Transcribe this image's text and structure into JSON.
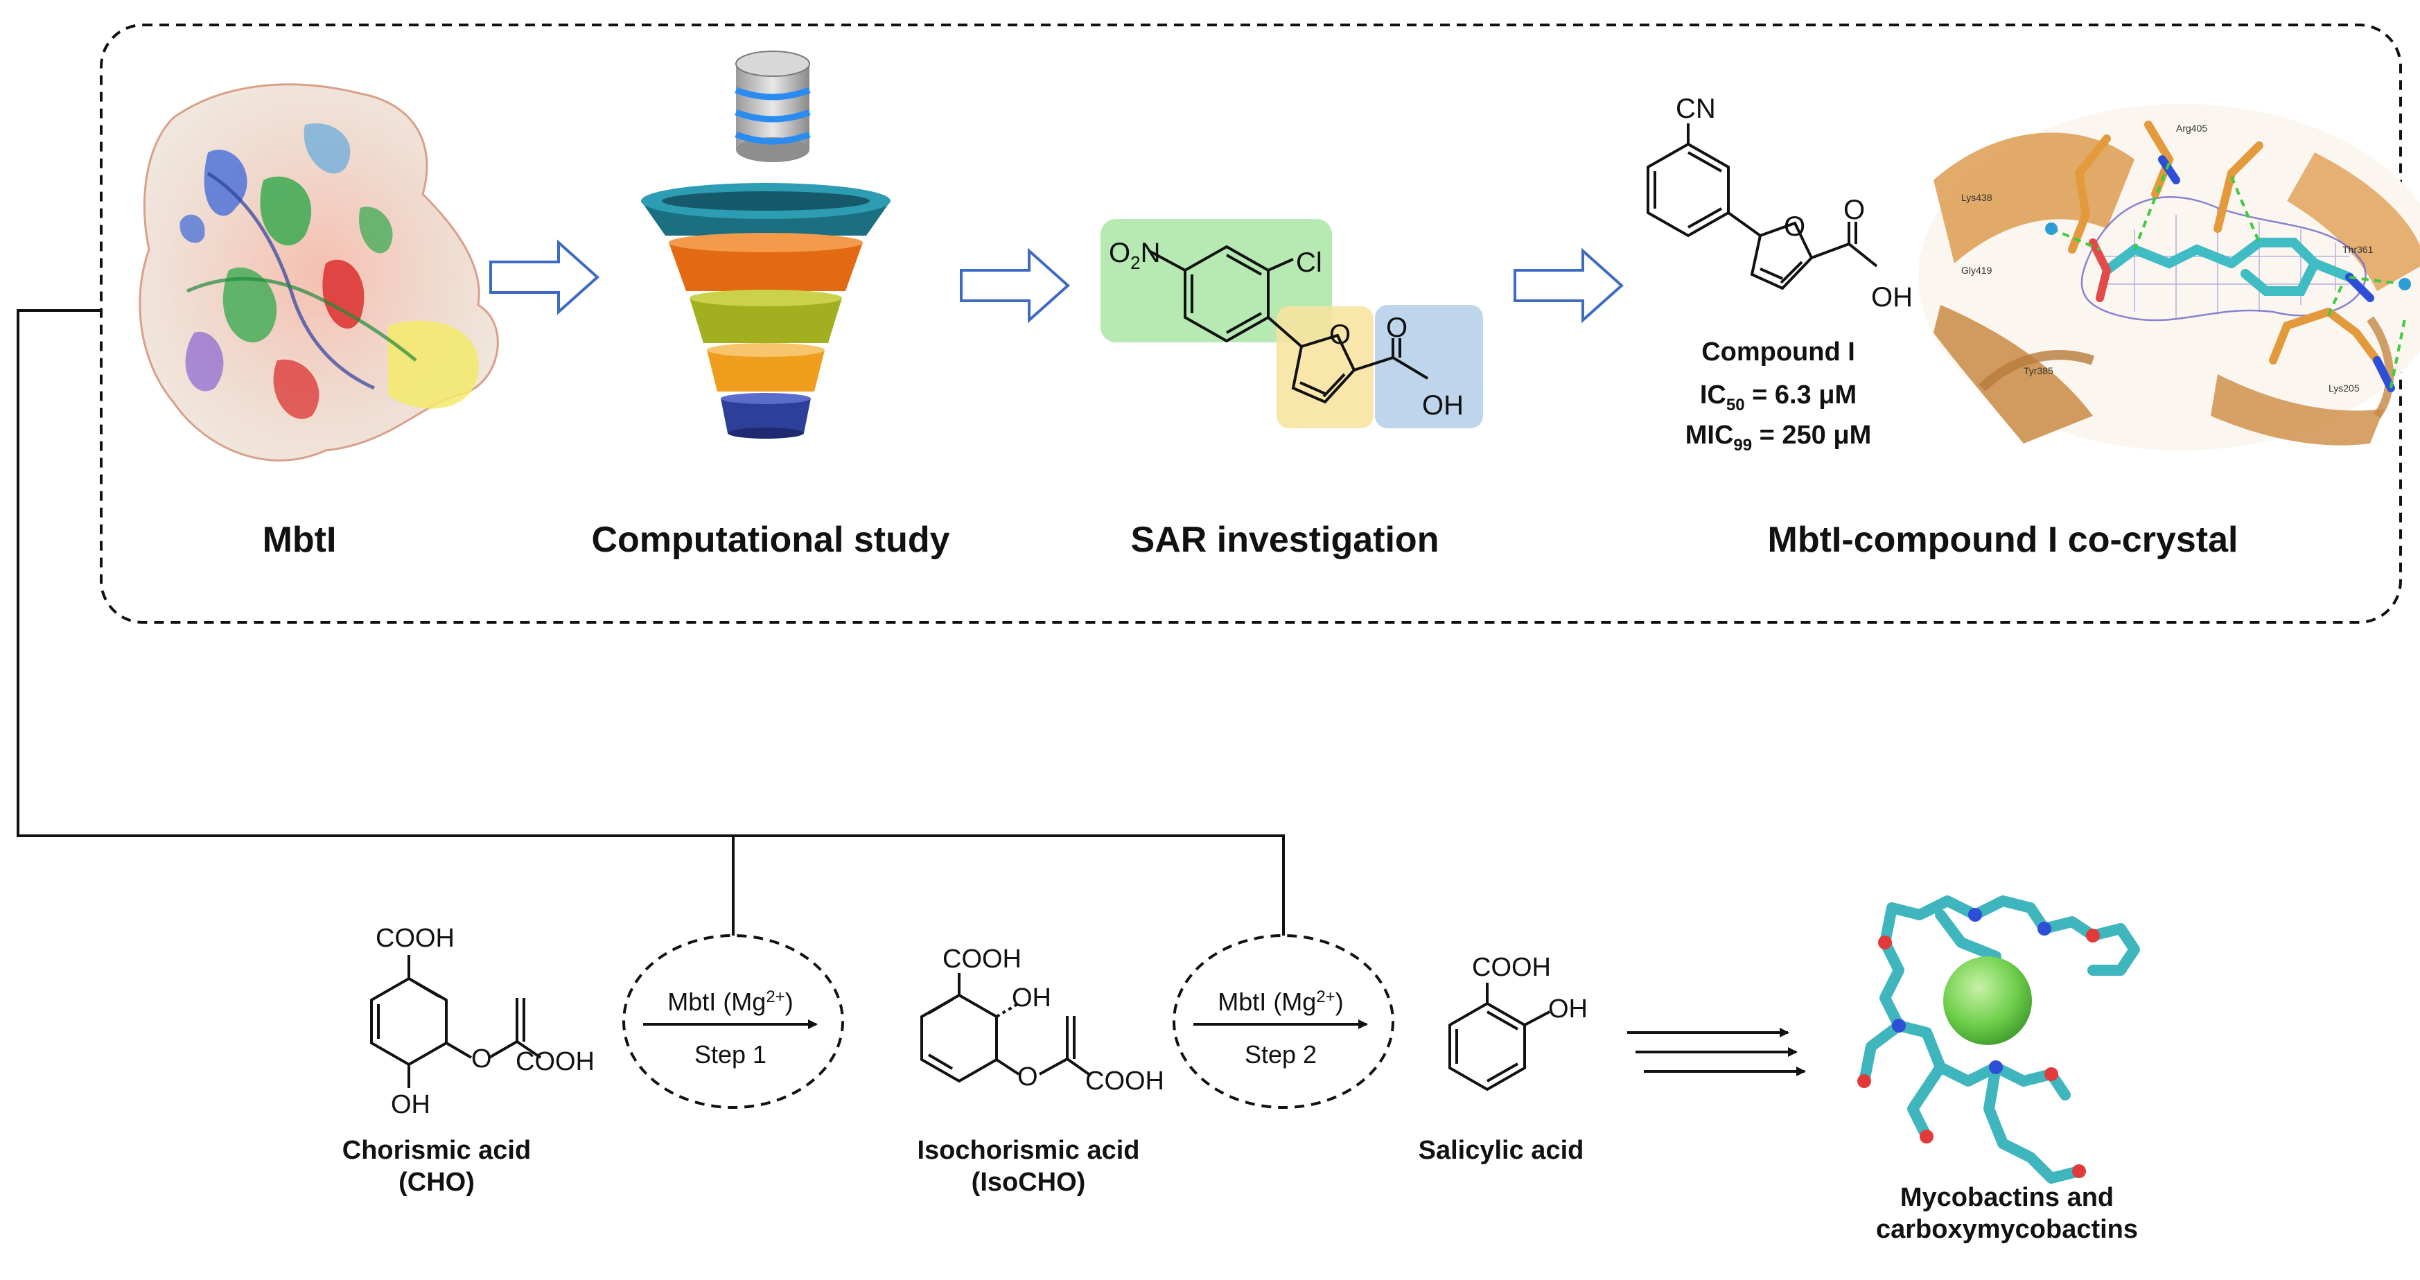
{
  "top_panel": {
    "labels": {
      "mbti": "MbtI",
      "computational": "Computational study",
      "sar": "SAR investigation",
      "cocrystal": "MbtI-compound I co-crystal"
    },
    "sar_molecule": {
      "nitro_o": "O",
      "nitro_sub": "2",
      "nitro_n": "N",
      "cl": "Cl",
      "furan_o": "O",
      "carbonyl_o": "O",
      "oh": "OH"
    },
    "compound_i": {
      "cn": "CN",
      "furan_o": "O",
      "carbonyl_o": "O",
      "oh": "OH",
      "name": "Compound I",
      "ic50_main": "IC",
      "ic50_sub": "50",
      "ic50_value": " = 6.3 μM",
      "mic99_main": "MIC",
      "mic99_sub": "99",
      "mic99_value": " = 250 μM"
    },
    "residues": [
      "Arg405",
      "Lys438",
      "Gly419",
      "Tyr385",
      "Thr361",
      "Lys205"
    ]
  },
  "bottom_panel": {
    "chorismic": {
      "cooh_top": "COOH",
      "o": "O",
      "cooh_side": "COOH",
      "oh": "OH",
      "name_line1": "Chorismic acid",
      "name_line2": "(CHO)"
    },
    "step1": {
      "enzyme": "MbtI (Mg",
      "charge": "2+",
      "close": ")",
      "step": "Step 1"
    },
    "isochorismic": {
      "cooh_top": "COOH",
      "oh": "OH",
      "o": "O",
      "cooh_side": "COOH",
      "name_line1": "Isochorismic acid",
      "name_line2": "(IsoCHO)"
    },
    "step2": {
      "enzyme": "MbtI (Mg",
      "charge": "2+",
      "close": ")",
      "step": "Step 2"
    },
    "salicylic": {
      "cooh": "COOH",
      "oh": "OH",
      "name": "Salicylic acid"
    },
    "mycobactins": {
      "name_line1": "Mycobactins and",
      "name_line2": "carboxymycobactins"
    }
  }
}
